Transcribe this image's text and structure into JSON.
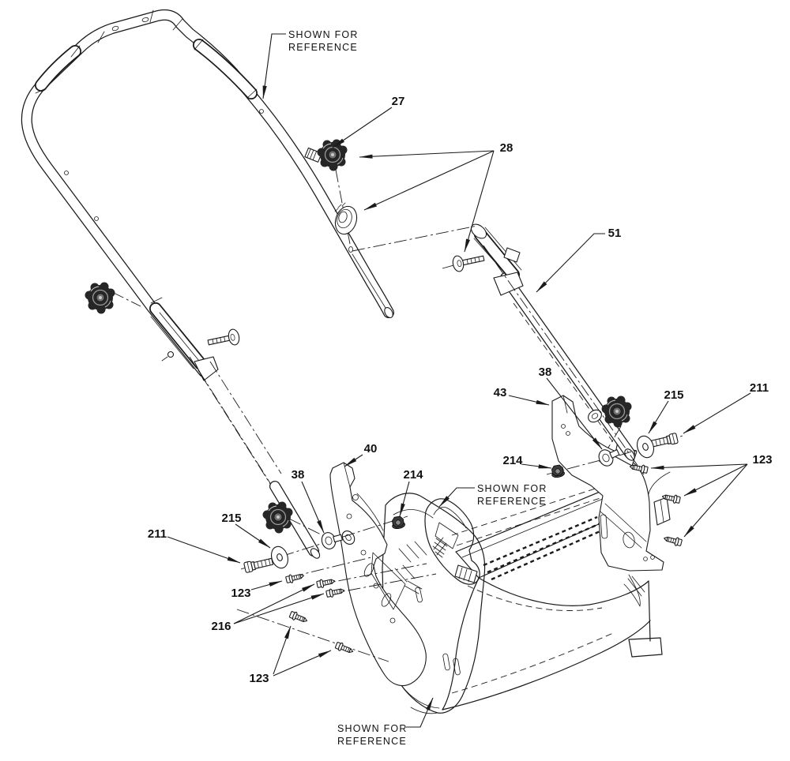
{
  "figure": {
    "background_color": "#ffffff",
    "line_color": "#1a1a1a",
    "text_color": "#111111",
    "type": "exploded-parts-diagram"
  },
  "labels": {
    "reference_note": {
      "line1": "SHOWN FOR",
      "line2": "REFERENCE"
    },
    "parts": {
      "p27": "27",
      "p28": "28",
      "p38": "38",
      "p40": "40",
      "p43": "43",
      "p51": "51",
      "p123": "123",
      "p211": "211",
      "p214": "214",
      "p215": "215",
      "p216": "216"
    }
  },
  "callout_counts": {
    "27": 1,
    "28": 1,
    "38": 2,
    "40": 1,
    "43": 1,
    "51": 1,
    "123": 3,
    "211": 2,
    "214": 2,
    "215": 2,
    "216": 1,
    "SHOWN FOR REFERENCE": 3
  },
  "part_numbers_visible": [
    "27",
    "28",
    "38",
    "40",
    "43",
    "51",
    "123",
    "211",
    "214",
    "215",
    "216"
  ]
}
